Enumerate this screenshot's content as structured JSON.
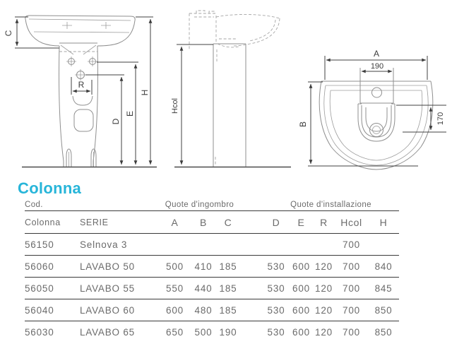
{
  "accent_color": "#27b5d9",
  "section_title": "Colonna",
  "drawing_labels": {
    "front": {
      "c": "C",
      "r": "R",
      "d": "D",
      "e": "E",
      "h": "H"
    },
    "side": {
      "hcol": "Hcol"
    },
    "top": {
      "a": "A",
      "b": "B",
      "inner_width": "190",
      "drain_depth": "170"
    }
  },
  "table": {
    "corner_label": "Cod.",
    "group_overall": "Quote d'ingombro",
    "group_install": "Quote d'installazione",
    "columns": [
      "Colonna",
      "SERIE",
      "A",
      "B",
      "C",
      "D",
      "E",
      "R",
      "Hcol",
      "H"
    ],
    "rows": [
      [
        "56150",
        "Selnova 3",
        "",
        "",
        "",
        "",
        "",
        "",
        "700",
        ""
      ],
      [
        "56060",
        "LAVABO 50",
        "500",
        "410",
        "185",
        "530",
        "600",
        "120",
        "700",
        "840"
      ],
      [
        "56050",
        "LAVABO 55",
        "550",
        "440",
        "185",
        "530",
        "600",
        "120",
        "700",
        "845"
      ],
      [
        "56040",
        "LAVABO 60",
        "600",
        "480",
        "185",
        "530",
        "600",
        "120",
        "700",
        "850"
      ],
      [
        "56030",
        "LAVABO 65",
        "650",
        "500",
        "190",
        "530",
        "600",
        "120",
        "700",
        "850"
      ]
    ]
  }
}
